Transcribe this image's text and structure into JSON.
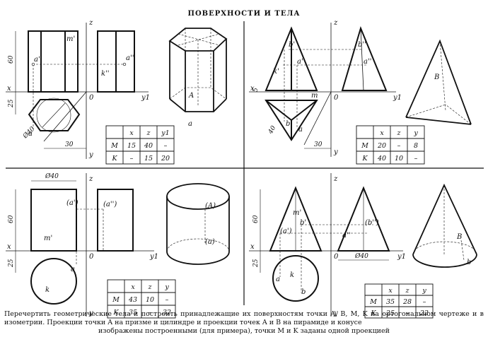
{
  "title": "ПОВЕРХНОСТИ И ТЕЛА",
  "caption": {
    "line1": "Перечертить геометрические тела и построить принадлежащие их поверхностям точки A, B, M, K на ортогональном",
    "line2": "чертеже и в изометрии. Проекции точки A на призме и цилиндре и проекции точек A и B на пирамиде и конусе",
    "line3": "изображены построенными (для примера), точки M и K заданы одной проекцией"
  },
  "axes": {
    "x": "x",
    "y": "y",
    "y1": "y1",
    "z": "z",
    "origin": "0"
  },
  "prism": {
    "dims": [
      "60",
      "25",
      "Ø40",
      "30"
    ],
    "points": [
      "a'",
      "m'",
      "a''",
      "k''",
      "a",
      "A"
    ],
    "table": {
      "headers": [
        "",
        "x",
        "z",
        "y1"
      ],
      "rows": [
        [
          "M",
          "15",
          "40",
          "–"
        ],
        [
          "K",
          "–",
          "15",
          "20"
        ]
      ]
    },
    "iso_label": "a"
  },
  "pyramid": {
    "dims": [
      "5",
      "40",
      "30"
    ],
    "points": [
      "b'",
      "a'",
      "k'",
      "b''",
      "a''",
      "m",
      "b",
      "a",
      "B"
    ],
    "table": {
      "headers": [
        "",
        "x",
        "z",
        "y"
      ],
      "rows": [
        [
          "M",
          "20",
          "–",
          "8"
        ],
        [
          "K",
          "40",
          "10",
          "–"
        ]
      ]
    }
  },
  "cylinder": {
    "dims": [
      "Ø40",
      "60",
      "25"
    ],
    "points": [
      "(a')",
      "(a'')",
      "m'",
      "a",
      "k",
      "(A)",
      "(a)"
    ],
    "table": {
      "headers": [
        "",
        "x",
        "z",
        "y"
      ],
      "rows": [
        [
          "M",
          "43",
          "10",
          "–"
        ],
        [
          "K",
          "35",
          "–",
          "32"
        ]
      ]
    }
  },
  "cone": {
    "dims": [
      "60",
      "25",
      "Ø40"
    ],
    "points": [
      "m'",
      "(a')",
      "b'",
      "(b'')",
      "a''",
      "k",
      "a",
      "b",
      "B",
      "b"
    ],
    "table": {
      "headers": [
        "",
        "x",
        "z",
        "y"
      ],
      "rows": [
        [
          "M",
          "35",
          "28",
          "–"
        ],
        [
          "K",
          "25",
          "–",
          "22"
        ]
      ]
    }
  }
}
